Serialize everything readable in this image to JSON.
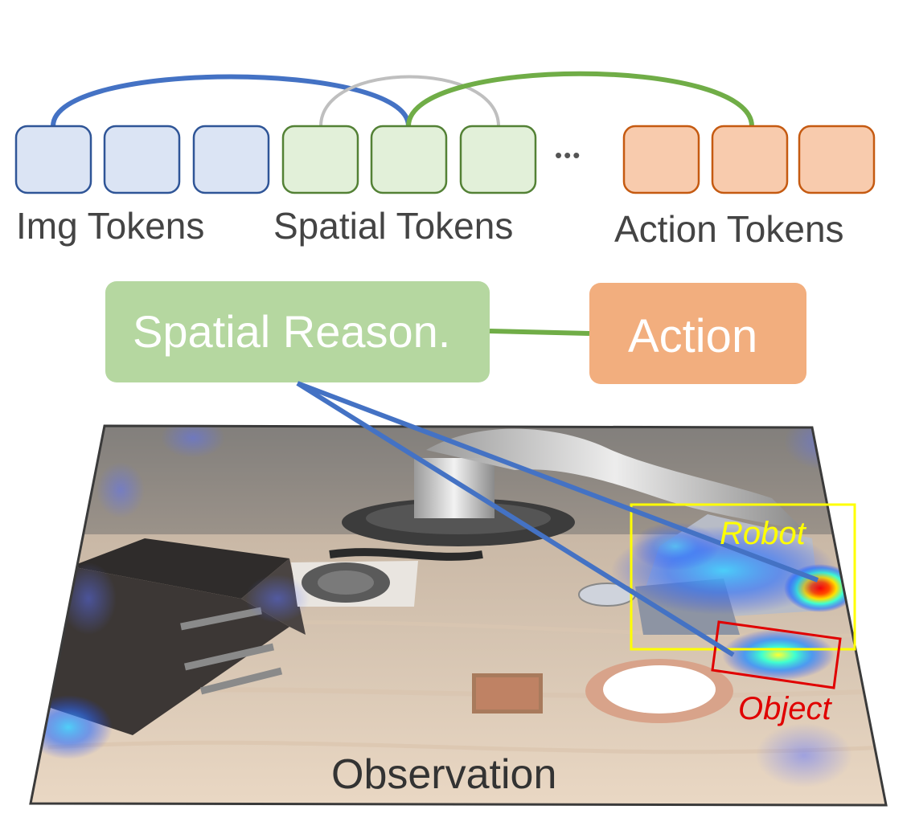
{
  "tokens": {
    "img_label": "Img Tokens",
    "spatial_label": "Spatial Tokens",
    "action_label": "Action Tokens",
    "ellipsis": "•••"
  },
  "blocks": {
    "spatial": "Spatial Reason.",
    "action": "Action"
  },
  "scene": {
    "robot_label": "Robot",
    "object_label": "Object",
    "caption": "Observation"
  },
  "colors": {
    "img_fill": "#dbe4f4",
    "img_stroke": "#2f5597",
    "spatial_fill": "#e2f0d9",
    "spatial_stroke": "#538135",
    "action_fill": "#f8cbad",
    "action_stroke": "#c55a11",
    "blue_arc": "#4472c4",
    "green_arc": "#70ad47",
    "gray_arc": "#bfbfbf",
    "spatial_block": "#b5d7a0",
    "action_block": "#f2ae7e",
    "robot_box": "#ffff00",
    "object_box": "#e00000"
  }
}
